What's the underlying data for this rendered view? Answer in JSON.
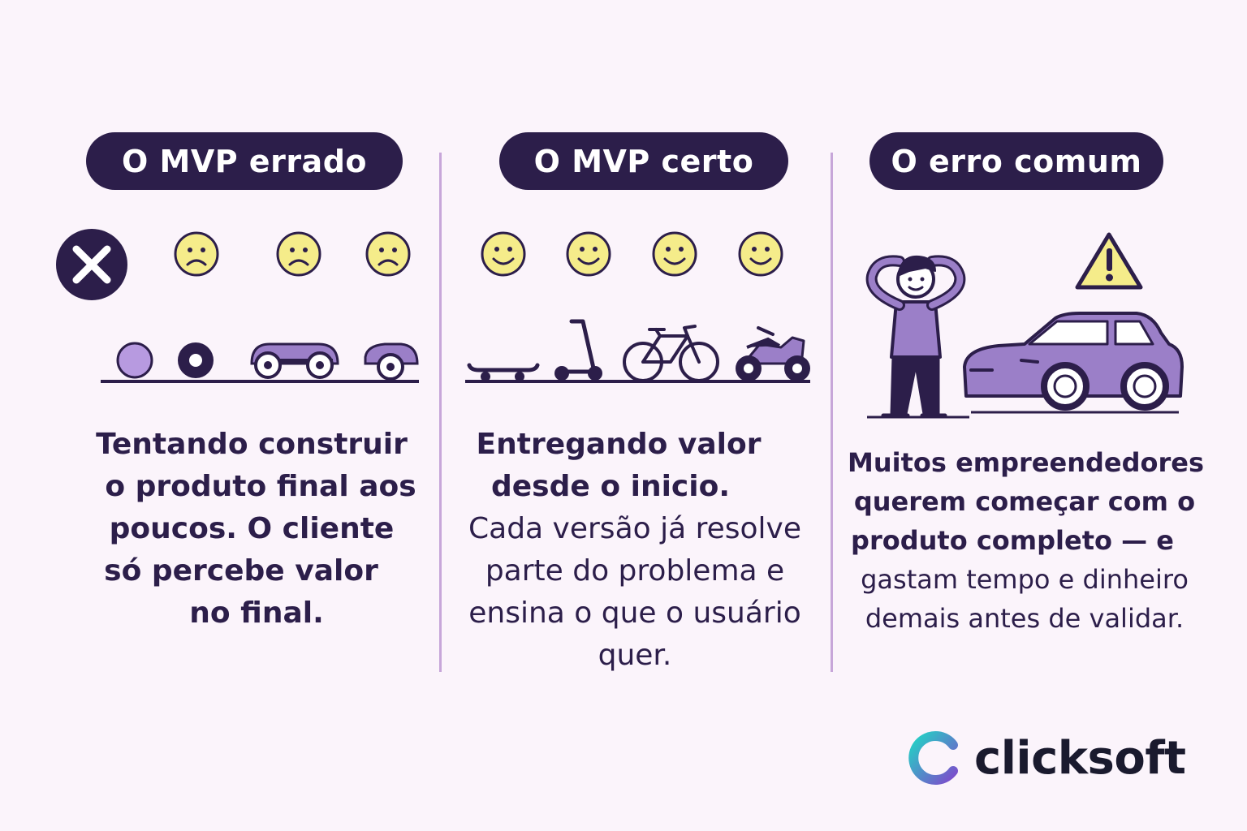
{
  "columns": [
    {
      "title": "O MVP errado",
      "lines": [
        "Tentando construir",
        "o produto final aos",
        "poucos. O cliente",
        "só percebe valor",
        "no final."
      ]
    },
    {
      "title": "O MVP certo",
      "lines": [
        "Entregando valor",
        "desde o inicio.",
        "Cada versão já resolve",
        "parte do problema e",
        "ensina o que o usuário",
        "quer."
      ]
    },
    {
      "title": "O erro comum",
      "lines": [
        "Muitos empreendedores",
        "querem começar com o",
        "produto completo — e",
        "gastam tempo e dinheiro",
        "demais antes de validar."
      ]
    }
  ],
  "icons": {
    "wrong": [
      "x-circle-icon",
      "sad-face-icon",
      "sad-face-icon",
      "sad-face-icon",
      "wheel-icon",
      "tire-icon",
      "axle-chassis-icon",
      "car-part-icon"
    ],
    "right": [
      "happy-face-icon",
      "happy-face-icon",
      "happy-face-icon",
      "happy-face-icon",
      "skateboard-icon",
      "scooter-icon",
      "bicycle-icon",
      "motorcycle-icon"
    ],
    "common": [
      "stressed-person-icon",
      "warning-icon",
      "car-icon"
    ]
  },
  "colors": {
    "background": "#fbf4fb",
    "dark_purple": "#2c1e4a",
    "light_purple": "#9b7fc8",
    "face_yellow": "#f5ec8a",
    "divider": "#c7a6d9",
    "logo_cyan": "#22d3c5",
    "logo_purple": "#7c4dcc"
  },
  "brand": {
    "name": "clicksoft"
  }
}
